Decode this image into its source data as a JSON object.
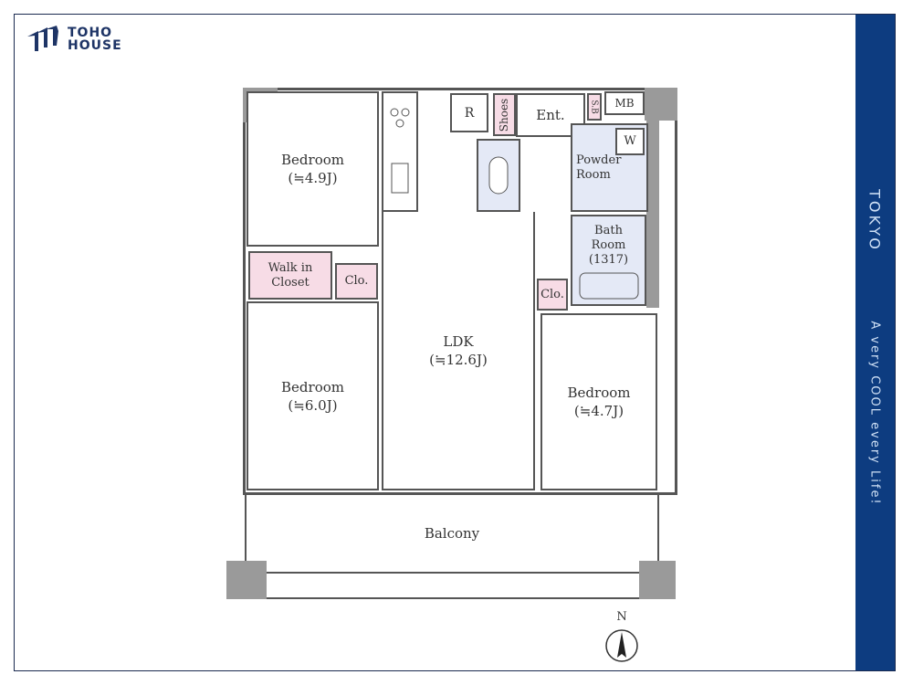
{
  "brand": {
    "line1": "TOHO",
    "line2": "HOUSE"
  },
  "side": {
    "city": "TOKYO",
    "slogan": "A very COOL every Life!",
    "color": "#0d3c80"
  },
  "rooms": {
    "bedroom1": {
      "name": "Bedroom",
      "size": "(≒4.9J)"
    },
    "walkin": {
      "line1": "Walk in",
      "line2": "Closet"
    },
    "clo1": "Clo.",
    "bedroom2": {
      "name": "Bedroom",
      "size": "(≒6.0J)"
    },
    "ldk": {
      "name": "LDK",
      "size": "(≒12.6J)"
    },
    "bedroom3": {
      "name": "Bedroom",
      "size": "(≒4.7J)"
    },
    "clo2": "Clo.",
    "r": "R",
    "shoes": "Shoes",
    "ent": "Ent.",
    "sb": "S.B",
    "mb": "MB",
    "w": "W",
    "powder": {
      "line1": "Powder",
      "line2": "Room"
    },
    "bath": {
      "line1": "Bath",
      "line2": "Room",
      "size": "(1317)"
    },
    "balcony": "Balcony"
  },
  "compass": "N"
}
